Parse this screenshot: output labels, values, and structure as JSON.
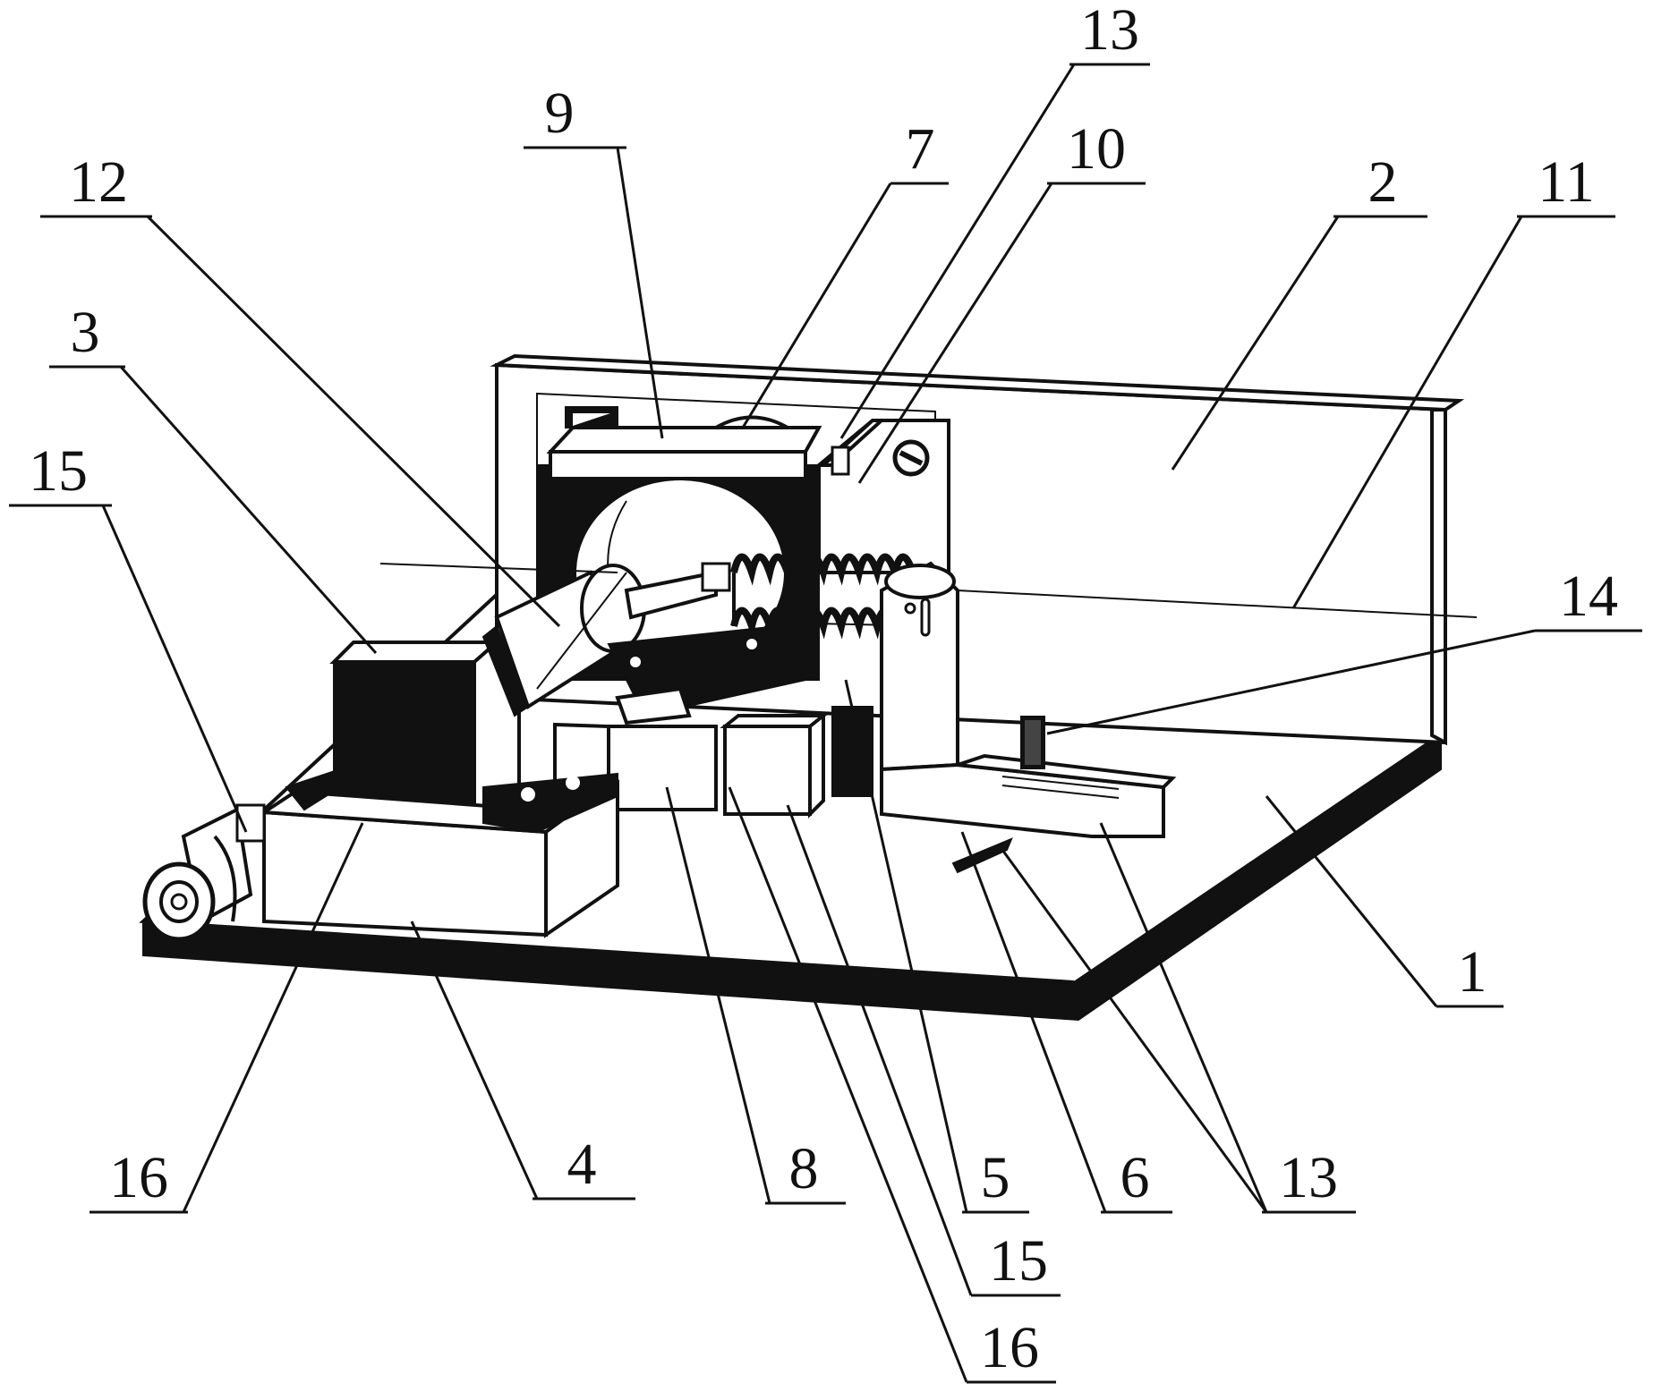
{
  "labels": {
    "l9": "9",
    "l13_top": "13",
    "l7": "7",
    "l10": "10",
    "l12": "12",
    "l2": "2",
    "l11": "11",
    "l3": "3",
    "l15_left": "15",
    "l14": "14",
    "l1": "1",
    "l16_left": "16",
    "l4": "4",
    "l8": "8",
    "l5": "5",
    "l6": "6",
    "l13_bottom": "13",
    "l15_bottom": "15",
    "l16_bottom": "16"
  },
  "colors": {
    "ink": "#111111",
    "paper": "#ffffff"
  }
}
